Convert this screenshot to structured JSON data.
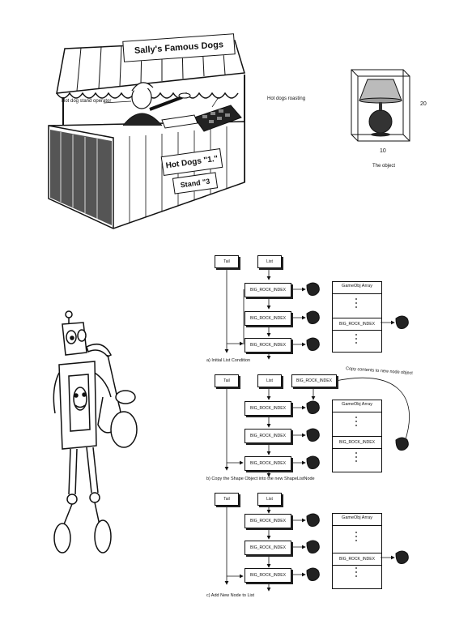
{
  "stand": {
    "sign": "Sally's Famous Dogs",
    "label_operator": "Hot dog stand operator",
    "label_roasting": "Hot dogs roasting",
    "board_line1": "Hot Dogs \"1.\"",
    "board_line2": "Stand \"3"
  },
  "object_fig": {
    "height": "20",
    "width": "10",
    "caption": "The object"
  },
  "diagram": {
    "tail": "Tail",
    "list": "List",
    "node": "BIG_ROCK_INDEX",
    "array_header": "GameObj Array",
    "array_item": "BIG_ROCK_INDEX",
    "annotation": "Copy contents to new node object",
    "captions": [
      "a) Initial List Condition",
      "b) Copy the Shape Object into the new ShapeListNode",
      "c) Add New Node to List"
    ]
  }
}
